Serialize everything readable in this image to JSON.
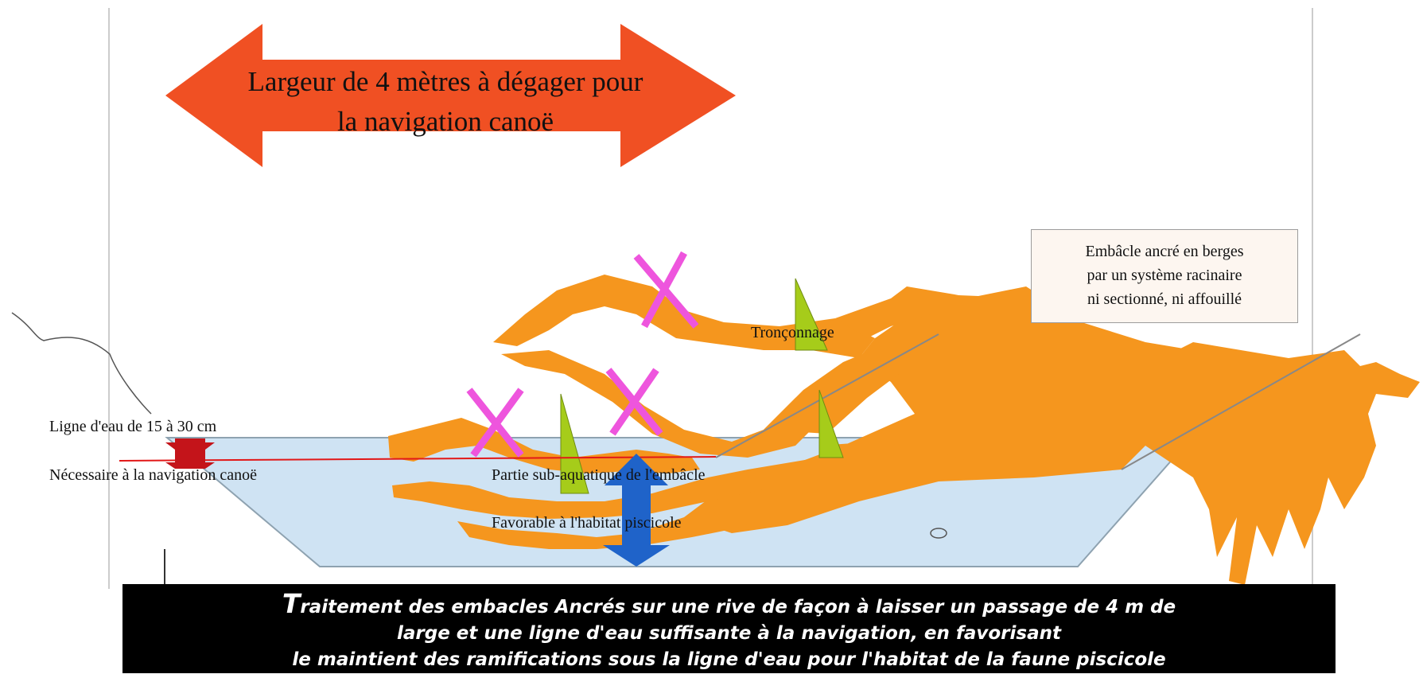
{
  "colors": {
    "arrow_fill": "#f05023",
    "branch_fill": "#f5961e",
    "water_fill": "#cfe3f3",
    "water_stroke": "#8ea2b0",
    "cross_stroke": "#ee55dd",
    "wedge_fill": "#a6cc1a",
    "vertical_arrow": "#1f63c9",
    "water_line": "#e21818",
    "level_marker": "#c4141a",
    "caption_bg": "#000000",
    "caption_text": "#ffffff",
    "info_box_bg": "#fdf6f0"
  },
  "arrow": {
    "line1": "Largeur de 4 mètres à dégager pour",
    "line2": "la navigation canoë"
  },
  "info_box": {
    "line1": "Embâcle ancré en berges",
    "line2": "par un système racinaire",
    "line3": "ni sectionné, ni affouillé"
  },
  "labels": {
    "cutting": "Tronçonnage",
    "water_depth": "Ligne d'eau de 15 à 30 cm",
    "navigation_need": "Nécessaire à la navigation  canoë",
    "submerged_part": "Partie sub-aquatique de l'embâcle",
    "fish_habitat": "Favorable à l'habitat piscicole"
  },
  "caption": {
    "first_letter": "T",
    "line1_rest": "raitement des embacles Ancrés sur une rive de façon à laisser un passage de 4 m de",
    "line2": "large et une ligne  d'eau suffisante à la navigation, en favorisant",
    "line3": "le maintient des ramifications  sous la ligne d'eau pour l'habitat de la faune piscicole"
  }
}
